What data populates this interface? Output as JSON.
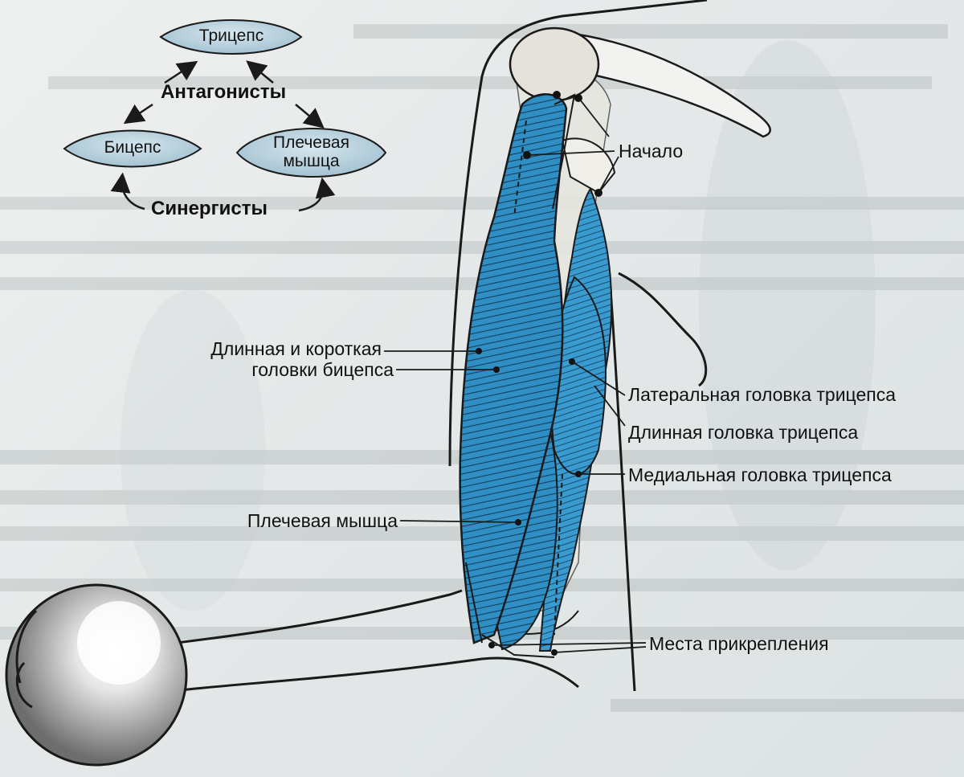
{
  "scheme": {
    "triceps": "Трицепс",
    "antagonists": "Антагонисты",
    "biceps": "Бицепс",
    "brachialis_line1": "Плечевая",
    "brachialis_line2": "мышца",
    "synergists": "Синергисты"
  },
  "labels": {
    "origin": "Начало",
    "biceps_heads_line1": "Длинная и короткая",
    "biceps_heads_line2": "головки бицепса",
    "triceps_lateral": "Латеральная головка трицепса",
    "triceps_long": "Длинная головка трицепса",
    "triceps_medial": "Медиальная головка трицепса",
    "brachialis": "Плечевая мышца",
    "insertion": "Места прикрепления"
  },
  "colors": {
    "muscle": "#2f8fc4",
    "muscle_dark": "#1d5f8c",
    "node_fill": "#b9d3e0",
    "outline": "#1a1a1a"
  },
  "icons": [
    "arrow-icon",
    "ball-icon"
  ]
}
